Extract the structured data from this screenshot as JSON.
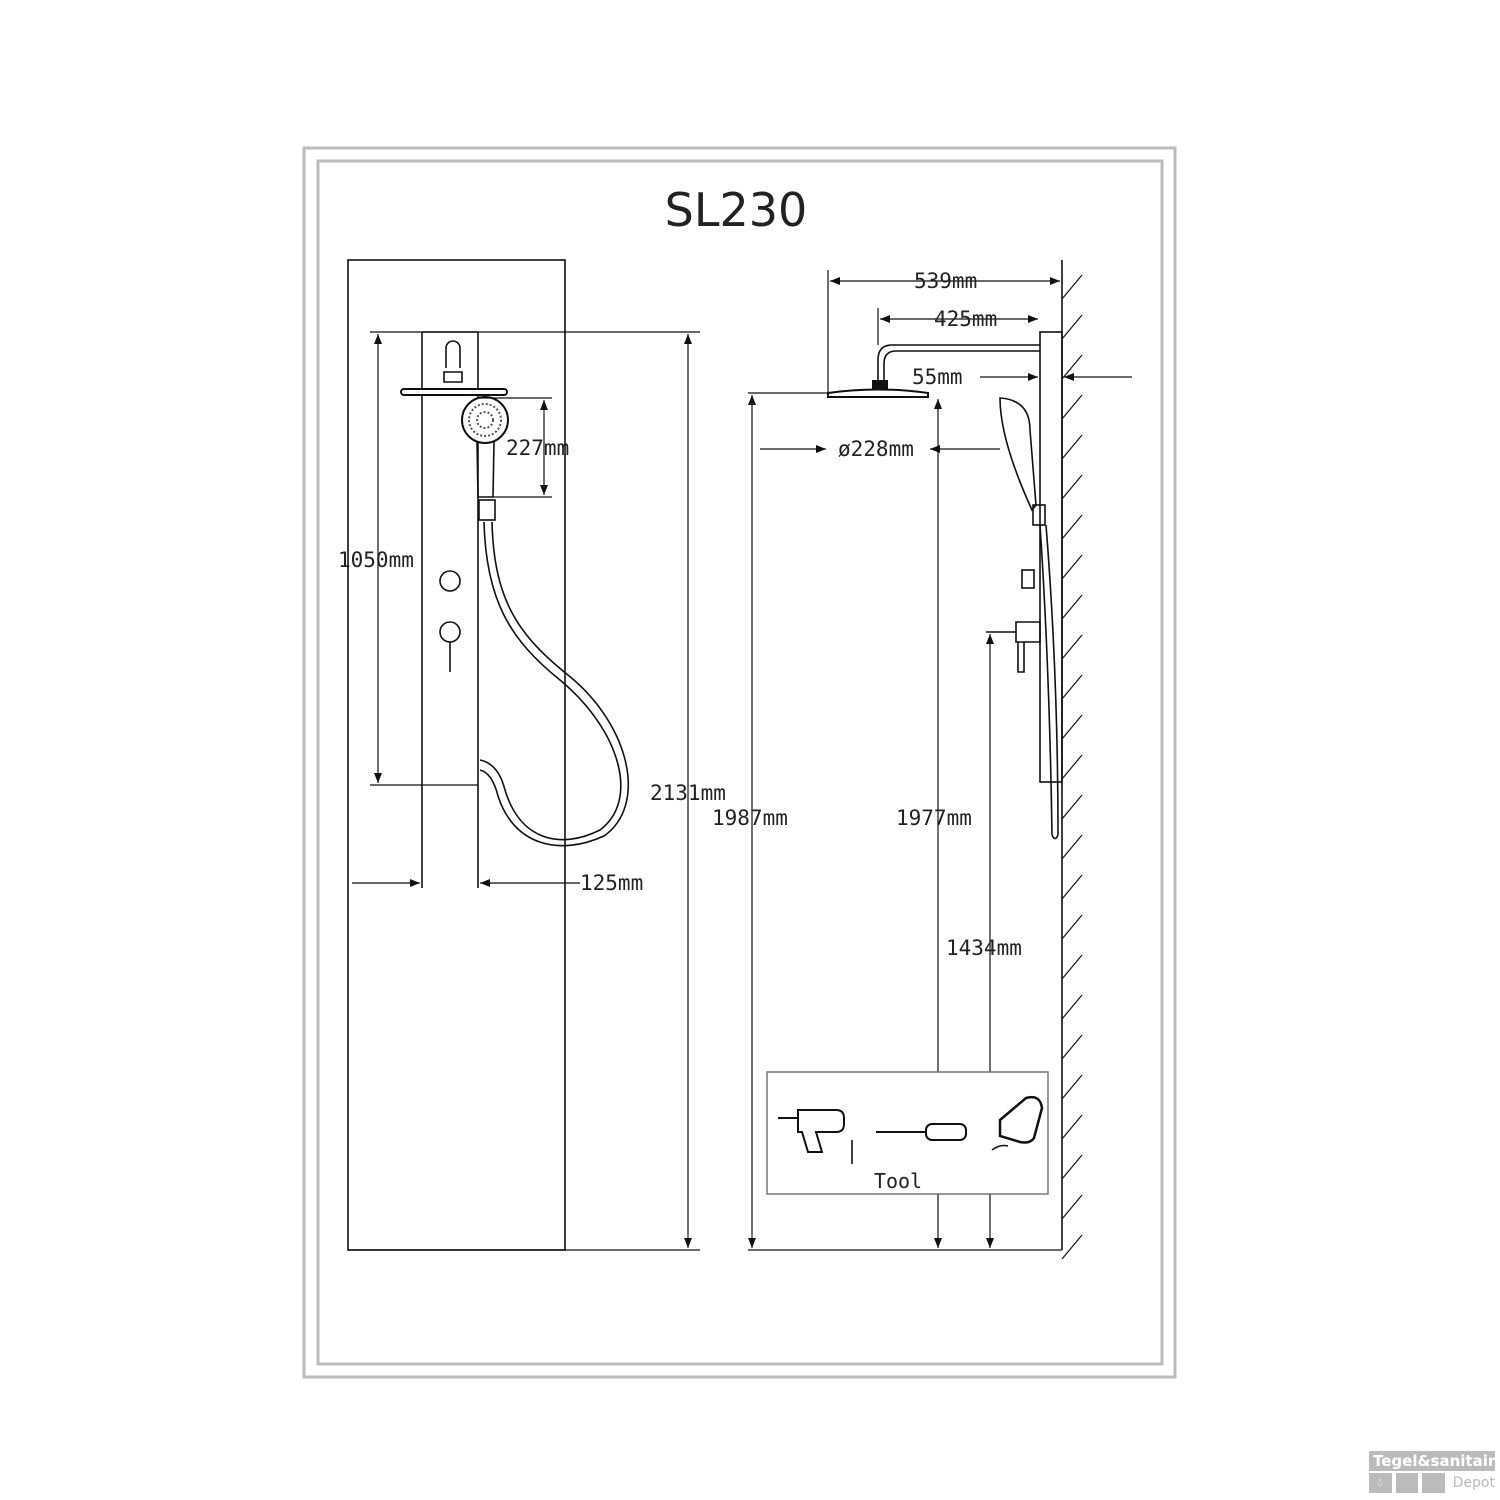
{
  "title": "SL230",
  "front_view": {
    "height_total": "2131mm",
    "height_panel_section": "1050mm",
    "handshower_length": "227mm",
    "panel_width": "125mm"
  },
  "side_view": {
    "arm_projection_total": "539mm",
    "arm_length": "425mm",
    "panel_depth": "55mm",
    "head_diameter": "ø228mm",
    "height_head_bottom": "1987mm",
    "height_head": "1977mm",
    "height_mixer": "1434mm"
  },
  "tools": {
    "label": "Tool"
  },
  "watermark": {
    "line1": "Tegel&sanitair",
    "line2": "Depot"
  }
}
